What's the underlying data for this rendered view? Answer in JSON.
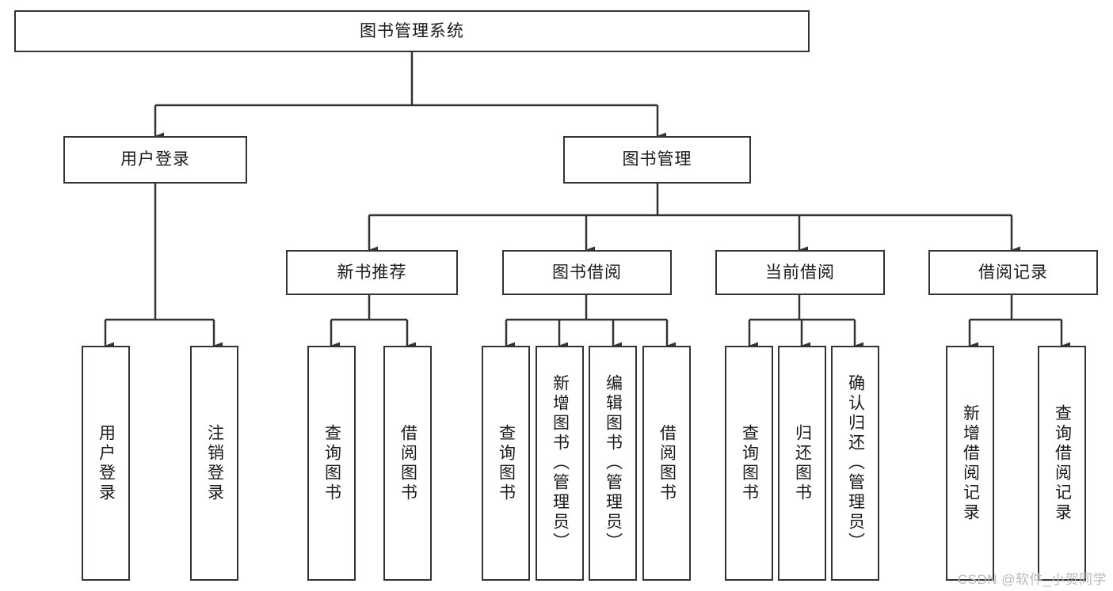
{
  "diagram": {
    "title": "图书管理系统",
    "type": "tree",
    "root": {
      "label": "图书管理系统"
    },
    "level1": [
      {
        "label": "用户登录"
      },
      {
        "label": "图书管理"
      }
    ],
    "level2": [
      {
        "label": "新书推荐"
      },
      {
        "label": "图书借阅"
      },
      {
        "label": "当前借阅"
      },
      {
        "label": "借阅记录"
      }
    ],
    "leaves": {
      "user_login": [
        {
          "label": "用户登录"
        },
        {
          "label": "注销登录"
        }
      ],
      "new_book_recommend": [
        {
          "label": "查询图书"
        },
        {
          "label": "借阅图书"
        }
      ],
      "book_borrow": [
        {
          "label": "查询图书"
        },
        {
          "label": "新增图书（管理员）"
        },
        {
          "label": "编辑图书（管理员）"
        },
        {
          "label": "借阅图书"
        }
      ],
      "current_borrow": [
        {
          "label": "查询图书"
        },
        {
          "label": "归还图书"
        },
        {
          "label": "确认归还（管理员）"
        }
      ],
      "borrow_record": [
        {
          "label": "新增借阅记录"
        },
        {
          "label": "查询借阅记录"
        }
      ]
    }
  },
  "watermark": {
    "text": "CSDN @软件_小贺同学"
  },
  "colors": {
    "stroke": "#333333",
    "fill": "#ffffff",
    "text": "#1a1a1a",
    "watermark": "#b9b9b9"
  }
}
